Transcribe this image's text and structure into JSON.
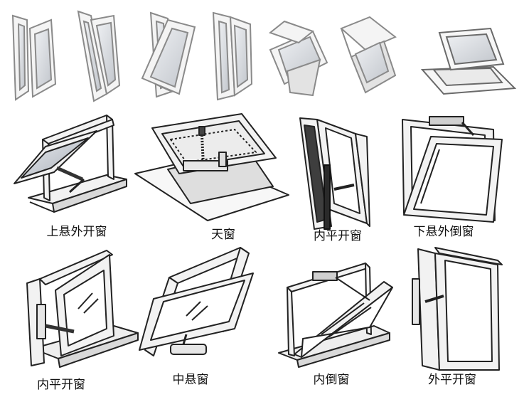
{
  "labels": {
    "top_hung_out": "上悬外开窗",
    "skylight": "天窗",
    "inward_casement_a": "内平开窗",
    "bottom_hung_out": "下悬外倒窗",
    "inward_casement_b": "内平开窗",
    "center_pivot": "中悬窗",
    "inward_tilt": "内倒窗",
    "outward_casement": "外平开窗"
  },
  "colors": {
    "frame": "#f2f2f2",
    "stroke": "#222222",
    "glass": "#c9cdd3",
    "dark_glass": "#444444",
    "faded": "#8a8a8a"
  }
}
